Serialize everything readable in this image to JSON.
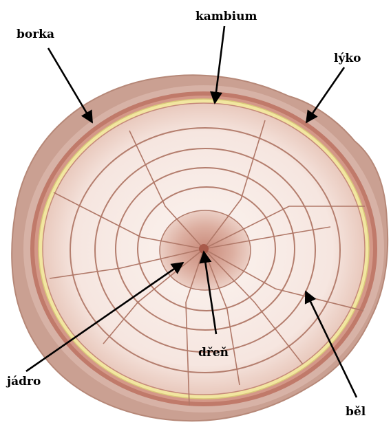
{
  "labels": {
    "borka": "borka",
    "kambium": "kambium",
    "lyko": "lýko",
    "jadro": "jádro",
    "dren": "dřeň",
    "bel": "běl"
  },
  "colors": {
    "bark": "#c99a8c",
    "bark_dark": "#a86a5c",
    "phloem": "#b86a5a",
    "cambium": "#f2e6a0",
    "sapwood": "#f4e4de",
    "ring_line": "#b07a6a",
    "heartwood": "#d8a898",
    "pith": "#a85a4a"
  }
}
